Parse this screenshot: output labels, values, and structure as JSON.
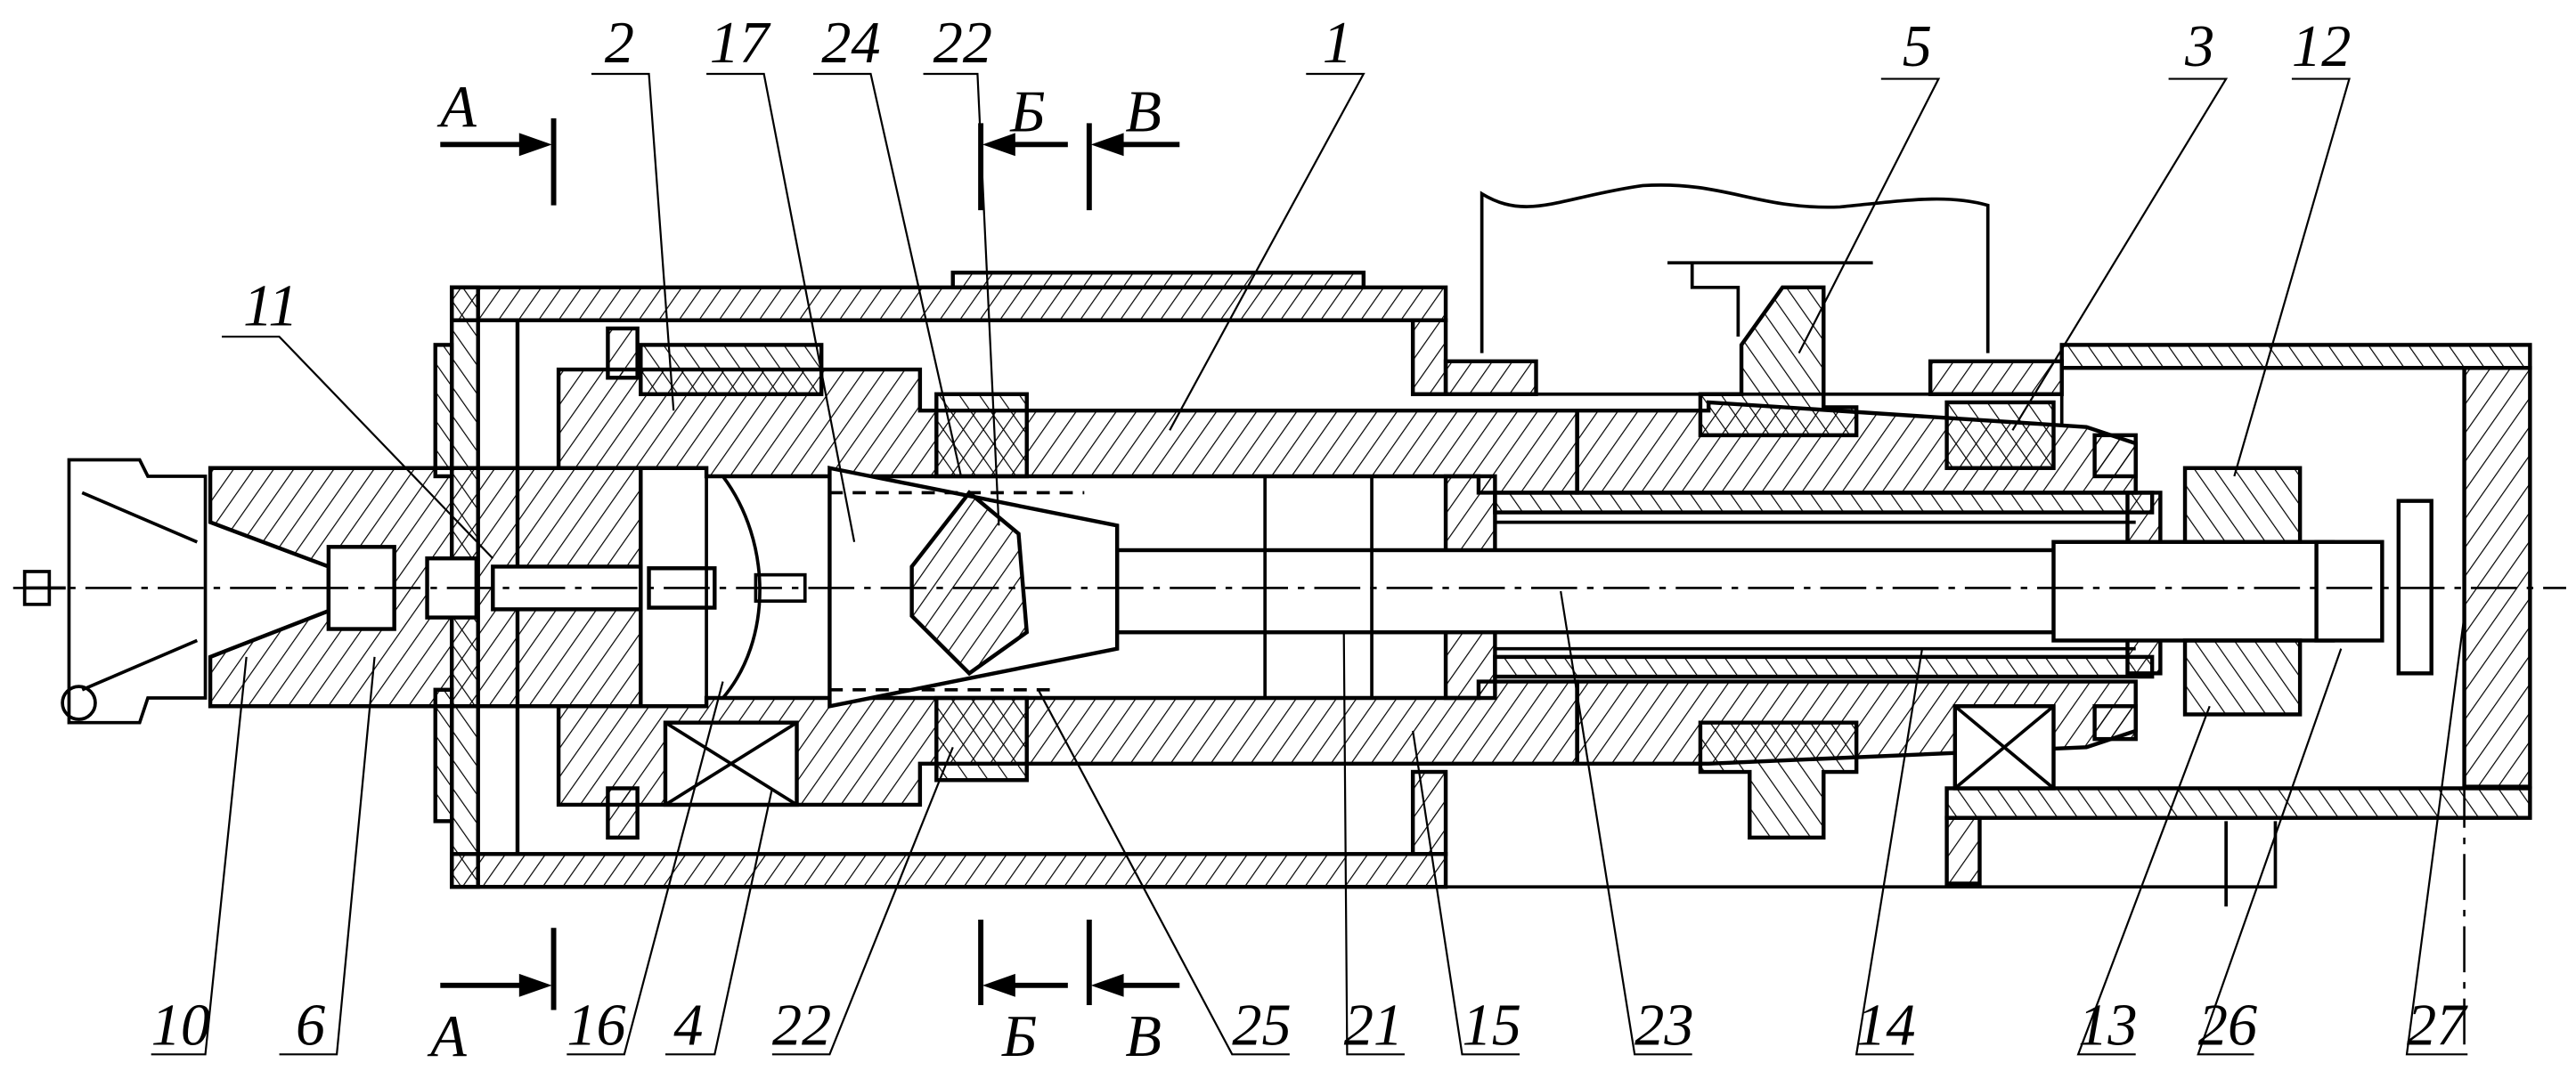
{
  "figure": {
    "type": "engineering cross-section drawing",
    "section_marks": {
      "a": "А",
      "b": "Б",
      "v": "В"
    },
    "labels_top": [
      "2",
      "17",
      "24",
      "22",
      "1",
      "5",
      "3",
      "12",
      "11"
    ],
    "labels_bottom": [
      "10",
      "6",
      "16",
      "4",
      "22",
      "25",
      "21",
      "15",
      "23",
      "14",
      "13",
      "26",
      "27"
    ],
    "colors": {
      "ink": "#000000",
      "paper": "#ffffff"
    }
  }
}
